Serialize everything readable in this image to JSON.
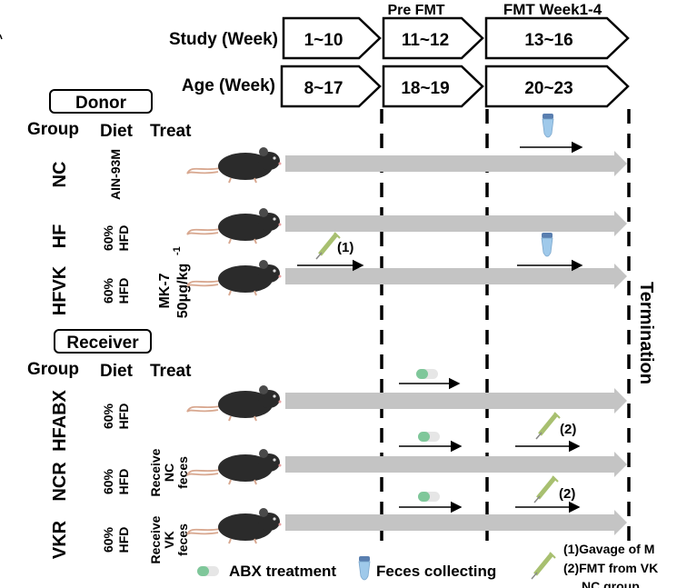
{
  "timeline": {
    "study_label": "Study (Week)",
    "age_label": "Age (Week)",
    "phase_headers": [
      "Pre FMT",
      "FMT Week1-4"
    ],
    "study_weeks": [
      "1~10",
      "11~12",
      "13~16"
    ],
    "age_weeks": [
      "8~17",
      "18~19",
      "20~23"
    ]
  },
  "donor": {
    "title": "Donor",
    "header": [
      "Group",
      "Diet",
      "Treat"
    ],
    "groups": [
      {
        "name": "NC",
        "diet": [
          "AIN-93M"
        ],
        "treat": []
      },
      {
        "name": "HF",
        "diet": [
          "60%",
          "HFD"
        ],
        "treat": []
      },
      {
        "name": "HFVK",
        "diet": [
          "60%",
          "HFD"
        ],
        "treat": [
          "MK-7",
          "50μg/kg",
          "-1"
        ]
      }
    ]
  },
  "receiver": {
    "title": "Receiver",
    "header": [
      "Group",
      "Diet",
      "Treat"
    ],
    "groups": [
      {
        "name": "HFABX",
        "diet": [
          "60%",
          "HFD"
        ],
        "treat": []
      },
      {
        "name": "NCR",
        "diet": [
          "60%",
          "HFD"
        ],
        "treat": [
          "Receive",
          "NC",
          "feces"
        ]
      },
      {
        "name": "VKR",
        "diet": [
          "60%",
          "HFD"
        ],
        "treat": [
          "Receive",
          "VK",
          "feces"
        ]
      }
    ]
  },
  "markers": {
    "gavage": "(1)",
    "fmt": "(2)"
  },
  "termination": "Termination",
  "legend": {
    "abx": "ABX treatment",
    "feces": "Feces collecting",
    "note1": "(1)Gavage of M",
    "note2": "(2)FMT from VK",
    "note3": "NC group"
  },
  "colors": {
    "bar": "#c4c4c4",
    "mouse": "#2b2b2b",
    "pill": "#7fc79a",
    "tube": "#9fc9ea",
    "syringe": "#a8c070"
  }
}
